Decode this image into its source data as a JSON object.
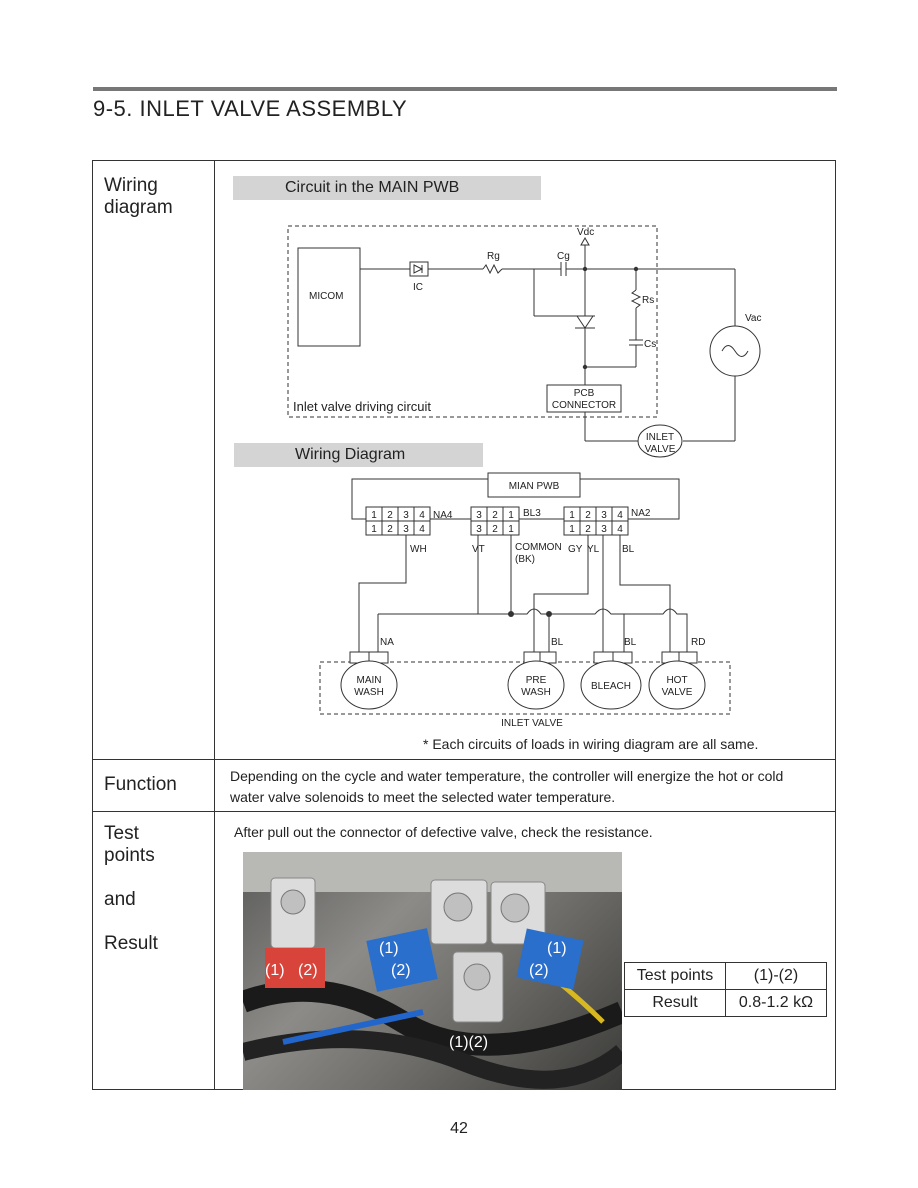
{
  "header": {
    "title": "9-5. INLET VALVE ASSEMBLY"
  },
  "rows": {
    "wiring_label": [
      "Wiring",
      "diagram"
    ],
    "function_label": "Function",
    "test_label": [
      "Test",
      "points",
      "and",
      "Result"
    ]
  },
  "circuit": {
    "banner": "Circuit in the MAIN PWB",
    "micom": "MICOM",
    "ic": "IC",
    "rg": "Rg",
    "cg": "Cg",
    "vdc": "Vdc",
    "rs": "Rs",
    "cs": "Cs",
    "vac": "Vac",
    "pcb_connector": [
      "PCB",
      "CONNECTOR"
    ],
    "inlet_valve": [
      "INLET",
      "VALVE"
    ],
    "caption": "Inlet valve driving circuit"
  },
  "wiring": {
    "banner": "Wiring Diagram",
    "pwb": "MIAN PWB",
    "na4": {
      "name": "NA4",
      "pins": [
        "1",
        "2",
        "3",
        "4"
      ]
    },
    "bl3": {
      "name": "BL3",
      "pins": [
        "3",
        "2",
        "1"
      ]
    },
    "na2": {
      "name": "NA2",
      "pins": [
        "1",
        "2",
        "3",
        "4"
      ]
    },
    "wire_wh": "WH",
    "wire_vt": "VT",
    "common": [
      "COMMON",
      "(BK)"
    ],
    "wire_gy": "GY",
    "wire_yl": "YL",
    "wire_bl": "BL",
    "wire_na": "NA",
    "wire_bl2": "BL",
    "wire_bl3": "BL",
    "wire_rd": "RD",
    "valves": [
      [
        "MAIN",
        "WASH"
      ],
      [
        "PRE",
        "WASH"
      ],
      [
        "BLEACH"
      ],
      [
        "HOT",
        "VALVE"
      ]
    ],
    "inlet_valve": "INLET VALVE",
    "note": "* Each circuits of loads in wiring diagram are all same."
  },
  "function": {
    "line1": "Depending on the cycle and water temperature, the controller will energize the hot or cold",
    "line2": "water valve solenoids to meet the selected water temperature."
  },
  "test": {
    "instruction": "After pull out the connector of defective valve, check the resistance.",
    "photo_labels": [
      "(1)",
      "(2)",
      "(1)",
      "(2)",
      "(1)",
      "(2)",
      "(1)(2)"
    ],
    "table": {
      "header_label": "Test points",
      "header_value": "(1)-(2)",
      "result_label": "Result",
      "result_value": "0.8-1.2 kΩ"
    }
  },
  "page_number": "42"
}
